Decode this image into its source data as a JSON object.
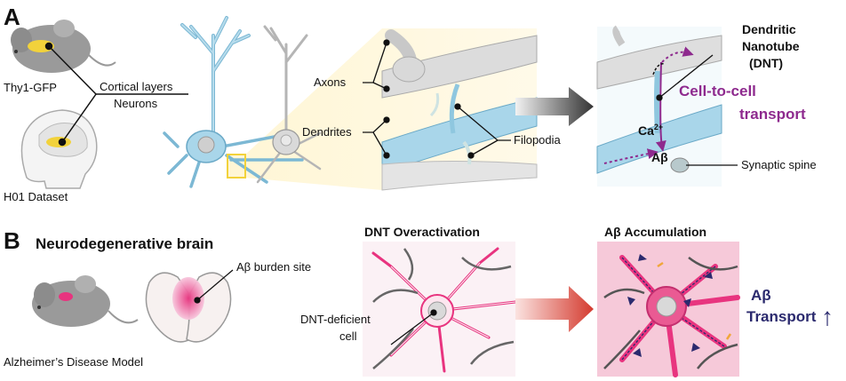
{
  "panel_a": {
    "letter": "A",
    "mouse_label": "Thy1-GFP",
    "human_label": "H01 Dataset",
    "cortical_label_1": "Cortical layers",
    "cortical_label_2": "Neurons",
    "axons_label": "Axons",
    "dendrites_label": "Dendrites",
    "filopodia_label": "Filopodia",
    "dnt_line1": "Dendritic",
    "dnt_line2": "Nanotube",
    "dnt_line3": "(DNT)",
    "transport_line1": "Cell-to-cell",
    "transport_line2": "transport",
    "ca_label": "Ca",
    "ca_sup": "2+",
    "abeta_label": "Aβ",
    "spine_label": "Synaptic spine"
  },
  "panel_b": {
    "letter": "B",
    "title": "Neurodegenerative brain",
    "burden_label": "Aβ burden site",
    "model_label": "Alzheimer’s Disease Model",
    "dnt_over_title": "DNT Overactivation",
    "deficient_line1": "DNT-deficient",
    "deficient_line2": "cell",
    "accum_title": "Aβ Accumulation",
    "transport_line1": "Aβ",
    "transport_line2": "Transport",
    "arrow_glyph": "↑"
  },
  "colors": {
    "dendrite_blue": "#a9d6ea",
    "neuron_gray": "#d9d9d9",
    "magenta": "#8e2a8e",
    "pink": "#e8347f",
    "navy": "#2b2a6e",
    "yellow": "#f2d23b"
  }
}
